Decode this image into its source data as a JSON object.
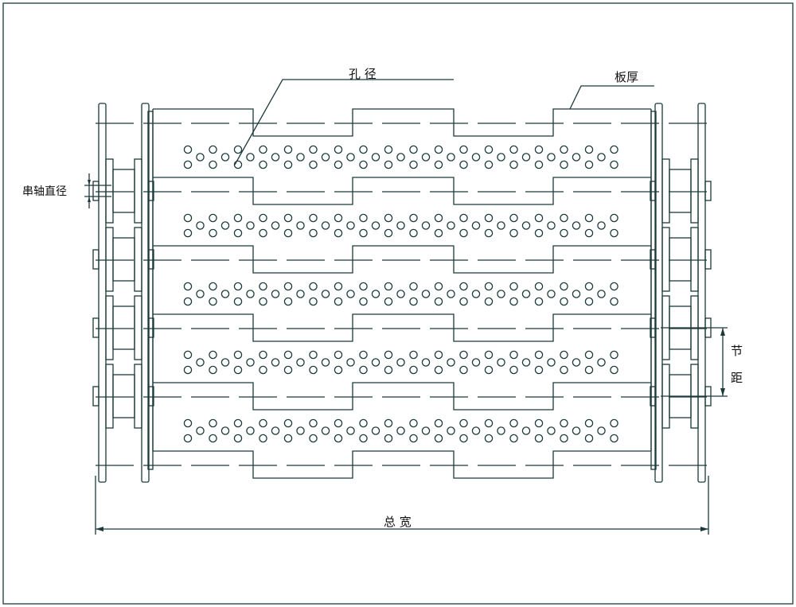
{
  "labels": {
    "hole_diameter": "孔 径",
    "plate_thickness": "板厚",
    "shaft_diameter": "串轴直径",
    "pitch_1": "节",
    "pitch_2": "距",
    "total_width": "总 宽"
  },
  "drawing": {
    "plate_count": 5,
    "hole_columns": 18,
    "line_color": "#1c3a3a"
  }
}
